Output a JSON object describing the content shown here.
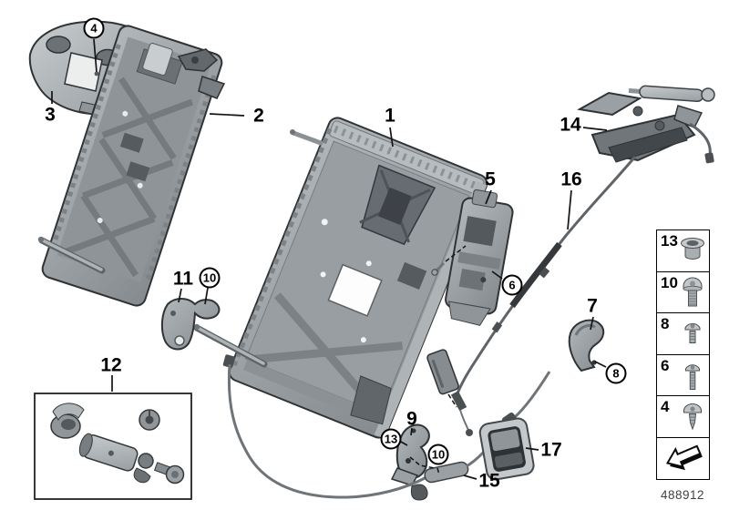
{
  "page": {
    "background": "#ffffff",
    "drawing_number": "488912",
    "description": "exploded-parts-diagram-rear-seat-backrest-frame"
  },
  "colors": {
    "outline": "#2f3336",
    "part_light": "#c3c7c9",
    "part_mid": "#9aa0a4",
    "part_dark": "#5d6367",
    "cable": "#6f7478",
    "label_text": "#000000",
    "drawing_number_text": "#3f4245"
  },
  "callouts": {
    "plain": [
      {
        "num": "1"
      },
      {
        "num": "2"
      },
      {
        "num": "3"
      },
      {
        "num": "5"
      },
      {
        "num": "7"
      },
      {
        "num": "9"
      },
      {
        "num": "11"
      },
      {
        "num": "12"
      },
      {
        "num": "14"
      },
      {
        "num": "15"
      },
      {
        "num": "16"
      },
      {
        "num": "17"
      }
    ],
    "circled": [
      {
        "num": "4"
      },
      {
        "num": "6"
      },
      {
        "num": "8"
      },
      {
        "num": "10"
      },
      {
        "num": "10"
      },
      {
        "num": "13"
      }
    ]
  },
  "legend": {
    "items": [
      {
        "num": "13",
        "icon": "flanged-bushing-icon"
      },
      {
        "num": "10",
        "icon": "torx-pan-head-bolt-icon"
      },
      {
        "num": "8",
        "icon": "pan-head-screw-short-icon"
      },
      {
        "num": "6",
        "icon": "pan-head-screw-long-icon"
      },
      {
        "num": "4",
        "icon": "self-tapping-screw-icon"
      }
    ],
    "direction_box_icon": "direction-arrow-icon"
  }
}
